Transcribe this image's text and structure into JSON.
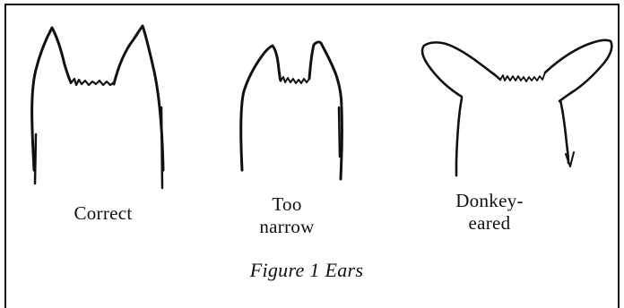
{
  "figure": {
    "caption": "Figure 1 Ears",
    "panels": [
      {
        "id": "correct",
        "label_lines": [
          "Correct"
        ]
      },
      {
        "id": "narrow",
        "label_lines": [
          "Too",
          "narrow"
        ]
      },
      {
        "id": "donkey",
        "label_lines": [
          "Donkey-",
          "eared"
        ]
      }
    ]
  }
}
